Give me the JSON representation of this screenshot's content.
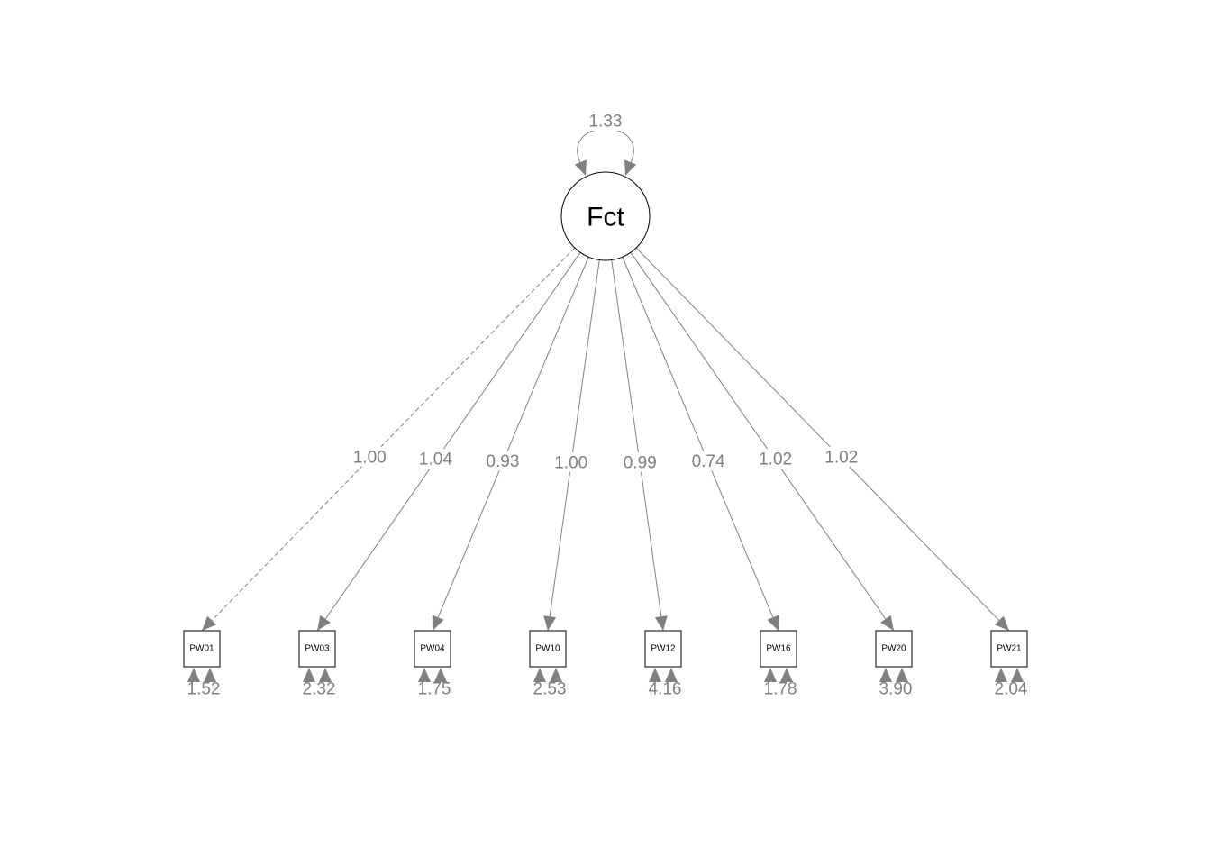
{
  "latent": {
    "label": "Fct",
    "variance": "1.33"
  },
  "indicators": [
    {
      "label": "PW01",
      "loading": "1.00",
      "residual": "1.52",
      "fixed": true
    },
    {
      "label": "PW03",
      "loading": "1.04",
      "residual": "2.32",
      "fixed": false
    },
    {
      "label": "PW04",
      "loading": "0.93",
      "residual": "1.75",
      "fixed": false
    },
    {
      "label": "PW10",
      "loading": "1.00",
      "residual": "2.53",
      "fixed": false
    },
    {
      "label": "PW12",
      "loading": "0.99",
      "residual": "4.16",
      "fixed": false
    },
    {
      "label": "PW16",
      "loading": "0.74",
      "residual": "1.78",
      "fixed": false
    },
    {
      "label": "PW20",
      "loading": "1.02",
      "residual": "3.90",
      "fixed": false
    },
    {
      "label": "PW21",
      "loading": "1.02",
      "residual": "2.04",
      "fixed": false
    }
  ],
  "colors": {
    "path": "#808080",
    "node_stroke": "#000000",
    "background": "#ffffff"
  }
}
